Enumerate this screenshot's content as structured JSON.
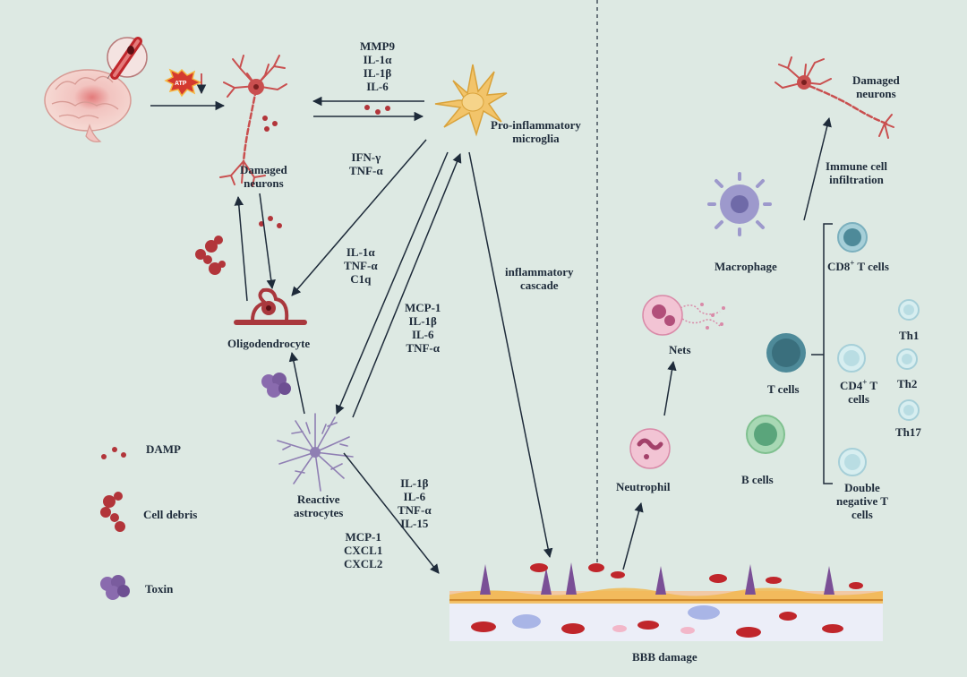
{
  "left_panel": {
    "atp_label": "ATP",
    "neuron_label": "Damaged\nneurons",
    "microglia_label": "Pro-inflammatory\nmicroglia",
    "oligodendrocyte_label": "Oligodendrocyte",
    "astrocyte_label": "Reactive\nastrocytes",
    "cascade_label": "inflammatory\ncascade",
    "cytokines_microglia_to_neuron": [
      "MMP9",
      "IL-1α",
      "IL-1β",
      "IL-6"
    ],
    "cytokines_microglia_to_neuron_2": [
      "IFN-γ",
      "TNF-α"
    ],
    "cytokines_to_oligodendrocyte": [
      "IL-1α",
      "TNF-α",
      "C1q"
    ],
    "cytokines_astro_microglia": [
      "MCP-1",
      "IL-1β",
      "IL-6",
      "TNF-α"
    ],
    "cytokines_astro_bbb_1": [
      "IL-1β",
      "IL-6",
      "TNF-α",
      "IL-15"
    ],
    "cytokines_astro_bbb_2": [
      "MCP-1",
      "CXCL1",
      "CXCL2"
    ]
  },
  "legend": {
    "damp": "DAMP",
    "cell_debris": "Cell debris",
    "toxin": "Toxin"
  },
  "bbb_label": "BBB damage",
  "right_panel": {
    "damaged_neurons": "Damaged\nneurons",
    "immune_infiltration": "Immune cell\ninfiltration",
    "macrophage": "Macrophage",
    "cd8": "CD8",
    "cd8_sup": "+",
    "cd8_suffix": " T cells",
    "nets": "Nets",
    "neutrophil": "Neutrophil",
    "t_cells": "T cells",
    "cd4": "CD4",
    "cd4_sup": "+",
    "cd4_suffix": " T\ncells",
    "th1": "Th1",
    "th2": "Th2",
    "th17": "Th17",
    "b_cells": "B cells",
    "double_negative": "Double\nnegative T\ncells"
  },
  "colors": {
    "background": "#dde9e3",
    "neuron": "#c94f4f",
    "microglia": "#f2c46a",
    "astrocyte": "#8f7fb3",
    "rbc": "#c0262b",
    "tcell": "#4e8a99",
    "bcell": "#5aa57b",
    "macrophage": "#9d99cc",
    "neutrophil": "#e6a8c2"
  }
}
